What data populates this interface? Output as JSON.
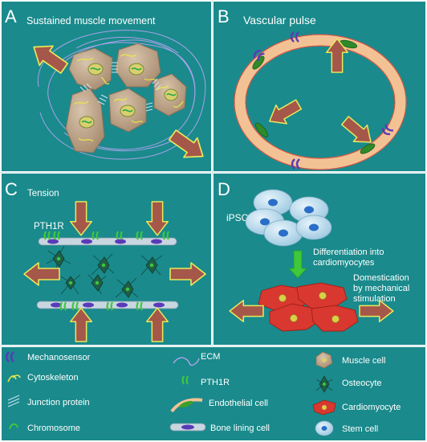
{
  "panels": {
    "a": {
      "letter": "A",
      "title": "Sustained muscle movement"
    },
    "b": {
      "letter": "B",
      "title": "Vascular pulse"
    },
    "c": {
      "letter": "C",
      "title": "Tension",
      "receptor_label": "PTH1R"
    },
    "d": {
      "letter": "D",
      "title": "iPSC",
      "step1": [
        "Differentiation into",
        "cardiomyocytes"
      ],
      "step2": [
        "Domestication",
        "by mechanical",
        "stimulation"
      ]
    }
  },
  "legend": {
    "col1": [
      "Mechanosensor",
      "Cytoskeleton",
      "Junction protein",
      "Chromosome"
    ],
    "col2": [
      "ECM",
      "PTH1R",
      "Endothelial cell",
      "Bone lining cell"
    ],
    "col3": [
      "Muscle cell",
      "Osteocyte",
      "Cardiomyocyte",
      "Stem cell"
    ]
  },
  "colors": {
    "background": "#1a8a8c",
    "arrow_fill": "#a5574a",
    "arrow_outline": "#e8e85a",
    "mechanosensor": "#5a3ab8",
    "pth1r": "#3ec83a",
    "muscle_cell": "#c2a88c",
    "vessel_wall": "#f3c294",
    "stem_cell": "#b8dcef",
    "cardiomyocyte": "#d83830",
    "osteocyte": "#1f5f49"
  }
}
